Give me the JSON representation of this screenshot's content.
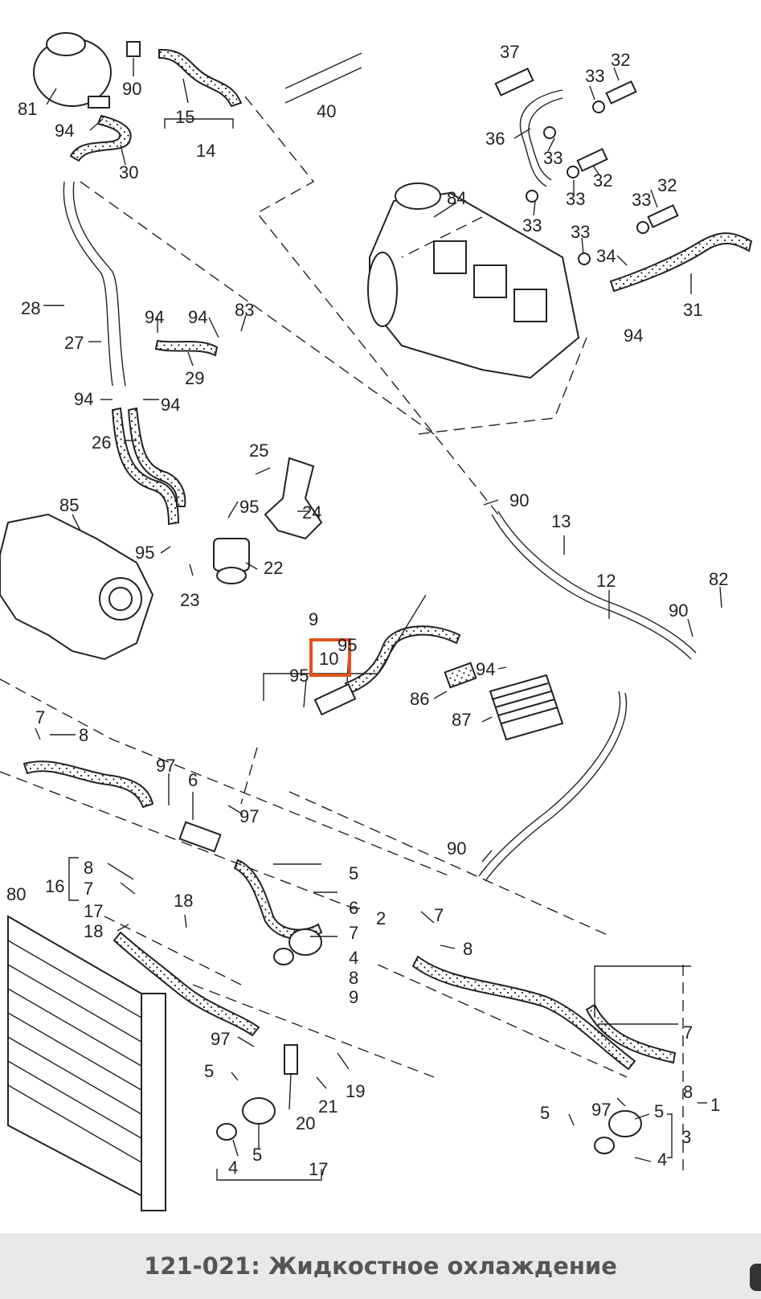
{
  "footer": {
    "title": "121-021: Жидкостное охлаждение"
  },
  "highlight": {
    "label": "10",
    "color": "#e0531b"
  },
  "labels": [
    {
      "id": "l81",
      "text": "81"
    },
    {
      "id": "l90a",
      "text": "90"
    },
    {
      "id": "l15",
      "text": "15"
    },
    {
      "id": "l14",
      "text": "14"
    },
    {
      "id": "l40",
      "text": "40"
    },
    {
      "id": "l94a",
      "text": "94"
    },
    {
      "id": "l30",
      "text": "30"
    },
    {
      "id": "l37",
      "text": "37"
    },
    {
      "id": "l33a",
      "text": "33"
    },
    {
      "id": "l32a",
      "text": "32"
    },
    {
      "id": "l36",
      "text": "36"
    },
    {
      "id": "l33b",
      "text": "33"
    },
    {
      "id": "l32b",
      "text": "32"
    },
    {
      "id": "l84",
      "text": "84"
    },
    {
      "id": "l33c",
      "text": "33"
    },
    {
      "id": "l33d",
      "text": "33"
    },
    {
      "id": "l33e",
      "text": "33"
    },
    {
      "id": "l32c",
      "text": "32"
    },
    {
      "id": "l33f",
      "text": "33"
    },
    {
      "id": "l34",
      "text": "34"
    },
    {
      "id": "l31",
      "text": "31"
    },
    {
      "id": "l28",
      "text": "28"
    },
    {
      "id": "l94b",
      "text": "94"
    },
    {
      "id": "l94c",
      "text": "94"
    },
    {
      "id": "l83",
      "text": "83"
    },
    {
      "id": "l27",
      "text": "27"
    },
    {
      "id": "l29",
      "text": "29"
    },
    {
      "id": "l94d",
      "text": "94"
    },
    {
      "id": "l94e",
      "text": "94"
    },
    {
      "id": "l94f",
      "text": "94"
    },
    {
      "id": "l26",
      "text": "26"
    },
    {
      "id": "l25",
      "text": "25"
    },
    {
      "id": "l85",
      "text": "85"
    },
    {
      "id": "l95a",
      "text": "95"
    },
    {
      "id": "l24",
      "text": "24"
    },
    {
      "id": "l90b",
      "text": "90"
    },
    {
      "id": "l13",
      "text": "13"
    },
    {
      "id": "l95b",
      "text": "95"
    },
    {
      "id": "l22",
      "text": "22"
    },
    {
      "id": "l23",
      "text": "23"
    },
    {
      "id": "l12",
      "text": "12"
    },
    {
      "id": "l82",
      "text": "82"
    },
    {
      "id": "l9",
      "text": "9"
    },
    {
      "id": "l95c",
      "text": "95"
    },
    {
      "id": "l90c",
      "text": "90"
    },
    {
      "id": "l95d",
      "text": "95"
    },
    {
      "id": "l94g",
      "text": "94"
    },
    {
      "id": "l86",
      "text": "86"
    },
    {
      "id": "l87",
      "text": "87"
    },
    {
      "id": "l7a",
      "text": "7"
    },
    {
      "id": "l8a",
      "text": "8"
    },
    {
      "id": "l97a",
      "text": "97"
    },
    {
      "id": "l6a",
      "text": "6"
    },
    {
      "id": "l97b",
      "text": "97"
    },
    {
      "id": "l90d",
      "text": "90"
    },
    {
      "id": "l80",
      "text": "80"
    },
    {
      "id": "l16",
      "text": "16"
    },
    {
      "id": "l8b",
      "text": "8"
    },
    {
      "id": "l7b",
      "text": "7"
    },
    {
      "id": "l17a",
      "text": "17"
    },
    {
      "id": "l18a",
      "text": "18"
    },
    {
      "id": "l18b",
      "text": "18"
    },
    {
      "id": "l5a",
      "text": "5"
    },
    {
      "id": "l6b",
      "text": "6"
    },
    {
      "id": "l7c",
      "text": "7"
    },
    {
      "id": "l4a",
      "text": "4"
    },
    {
      "id": "l8c",
      "text": "8"
    },
    {
      "id": "l9b",
      "text": "9"
    },
    {
      "id": "l2",
      "text": "2"
    },
    {
      "id": "l7d",
      "text": "7"
    },
    {
      "id": "l8d",
      "text": "8"
    },
    {
      "id": "l97c",
      "text": "97"
    },
    {
      "id": "l5b",
      "text": "5"
    },
    {
      "id": "l4b",
      "text": "4"
    },
    {
      "id": "l5c",
      "text": "5"
    },
    {
      "id": "l17b",
      "text": "17"
    },
    {
      "id": "l20",
      "text": "20"
    },
    {
      "id": "l21",
      "text": "21"
    },
    {
      "id": "l19",
      "text": "19"
    },
    {
      "id": "l7e",
      "text": "7"
    },
    {
      "id": "l8e",
      "text": "8"
    },
    {
      "id": "l1",
      "text": "1"
    },
    {
      "id": "l97d",
      "text": "97"
    },
    {
      "id": "l5d",
      "text": "5"
    },
    {
      "id": "l5e",
      "text": "5"
    },
    {
      "id": "l3",
      "text": "3"
    },
    {
      "id": "l4c",
      "text": "4"
    }
  ]
}
